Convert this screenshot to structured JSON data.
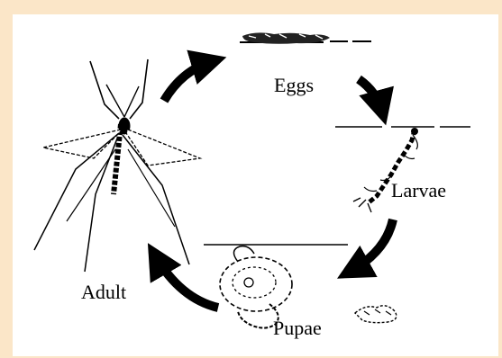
{
  "diagram": {
    "stages": {
      "eggs": "Eggs",
      "larvae": "Larvae",
      "pupae": "Pupae",
      "adult": "Adult"
    },
    "colors": {
      "background": "#fbe6c8",
      "panel": "#ffffff",
      "ink": "#000000"
    }
  }
}
